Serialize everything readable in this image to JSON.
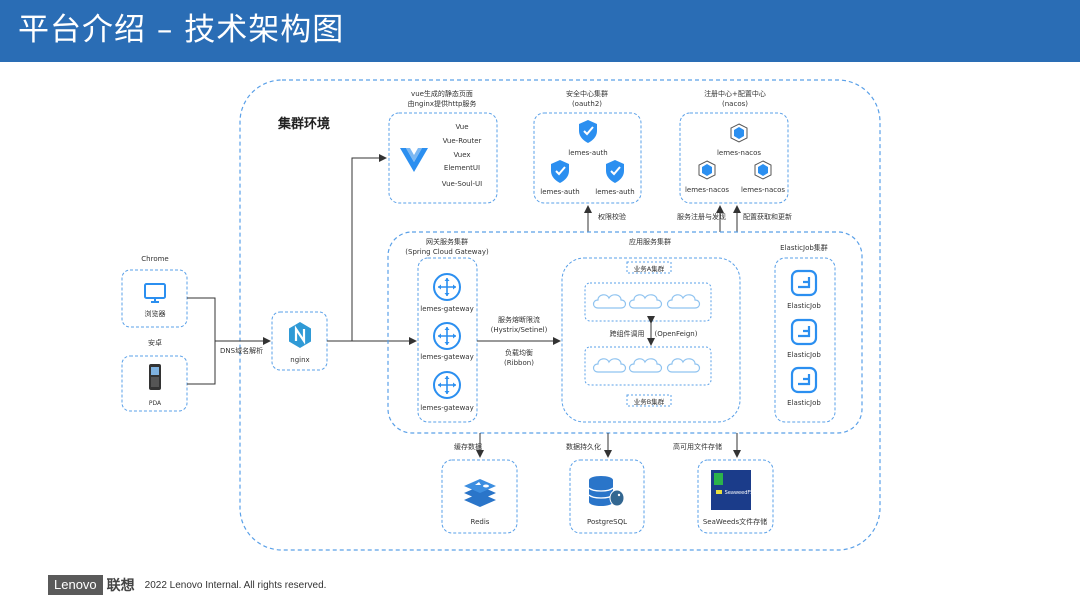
{
  "slide": {
    "title": "平台介绍 – 技术架构图"
  },
  "diagram": {
    "cluster_label": "集群环境",
    "client": {
      "chrome_label": "Chrome",
      "browser_label": "浏览器",
      "android_label": "安卓",
      "pda_label": "PDA",
      "dns_label": "DNS域名解析"
    },
    "nginx_label": "nginx",
    "vue": {
      "caption1": "vue生成的静态页面",
      "caption2": "由nginx提供http服务",
      "items": [
        "Vue",
        "Vue-Router",
        "Vuex",
        "ElementUI",
        "Vue-Soul-UI"
      ]
    },
    "security": {
      "caption1": "安全中心集群",
      "caption2": "(oauth2)",
      "nodes": [
        "lemes-auth",
        "lemes-auth",
        "lemes-auth"
      ],
      "arrow_label": "权限校验"
    },
    "registry": {
      "caption1": "注册中心+配置中心",
      "caption2": "(nacos)",
      "nodes": [
        "lemes-nacos",
        "lemes-nacos",
        "lemes-nacos"
      ],
      "arrow1_label": "服务注册与发现",
      "arrow2_label": "配置获取和更新"
    },
    "gateway": {
      "caption1": "网关服务集群",
      "caption2": "(Spring Cloud Gateway)",
      "nodes": [
        "lemes-gateway",
        "lemes-gateway",
        "lemes-gateway"
      ],
      "label1": "服务熔断限流",
      "label2": "(Hystrix/Setinel)",
      "label3": "负载均衡",
      "label4": "(Ribbon)"
    },
    "app": {
      "caption": "应用服务集群",
      "cluster_a": "业务A集群",
      "cluster_b": "业务B集群",
      "call1": "跨组件调用",
      "call2": "(OpenFeign)"
    },
    "elasticjob": {
      "caption": "ElasticJob集群",
      "nodes": [
        "ElasticJob",
        "ElasticJob",
        "ElasticJob"
      ]
    },
    "storage": {
      "redis_caption": "缓存数据",
      "redis_label": "Redis",
      "pg_caption": "数据持久化",
      "pg_label": "PostgreSQL",
      "sw_caption": "高可用文件存储",
      "sw_label": "SeaWeeds文件存储",
      "sw_logo_text": "SeaweedFS"
    },
    "colors": {
      "title_bar": "#2a6db5",
      "dashed_border": "#5aa0e8",
      "icon_blue": "#2b8ff0",
      "nginx_green": "#2f9ad6",
      "redis_blue": "#2a75c9",
      "cloud_blue": "#8fc3f0"
    }
  },
  "footer": {
    "brand_en": "Lenovo",
    "brand_cn": "联想",
    "copyright": "2022 Lenovo Internal. All rights reserved."
  }
}
